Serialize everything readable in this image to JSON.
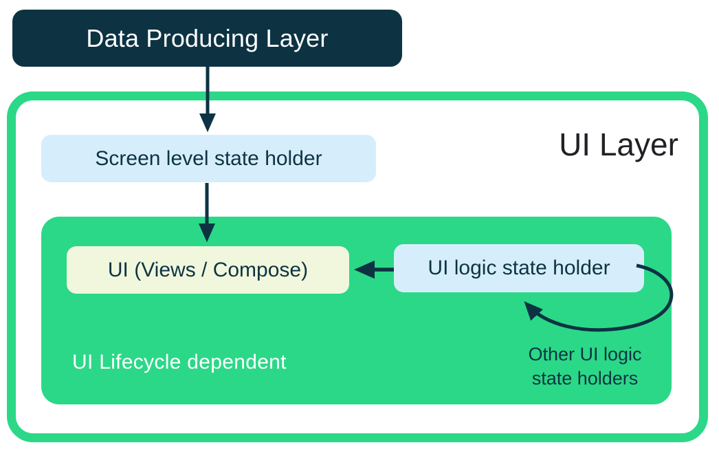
{
  "colors": {
    "dark_teal": "#0D3343",
    "green": "#2BD887",
    "light_blue": "#D6EEFC",
    "cream": "#F1F7DC",
    "title_text": "#202124"
  },
  "diagram": {
    "data_producing_layer": {
      "label": "Data Producing Layer"
    },
    "ui_layer": {
      "label": "UI Layer",
      "screen_state_holder": {
        "label": "Screen level state holder"
      },
      "lifecycle_box": {
        "caption": "UI Lifecycle dependent",
        "ui_box": {
          "label": "UI (Views / Compose)"
        },
        "ui_logic_state_holder": {
          "label": "UI logic state holder"
        },
        "other_holders_note": {
          "line1": "Other UI logic",
          "line2": "state holders"
        }
      }
    },
    "arrows": [
      {
        "name": "data-layer-to-screen-holder",
        "direction": "down"
      },
      {
        "name": "screen-holder-to-ui",
        "direction": "down"
      },
      {
        "name": "ui-logic-holder-to-ui",
        "direction": "left"
      },
      {
        "name": "other-holders-loop",
        "direction": "loop"
      }
    ]
  }
}
